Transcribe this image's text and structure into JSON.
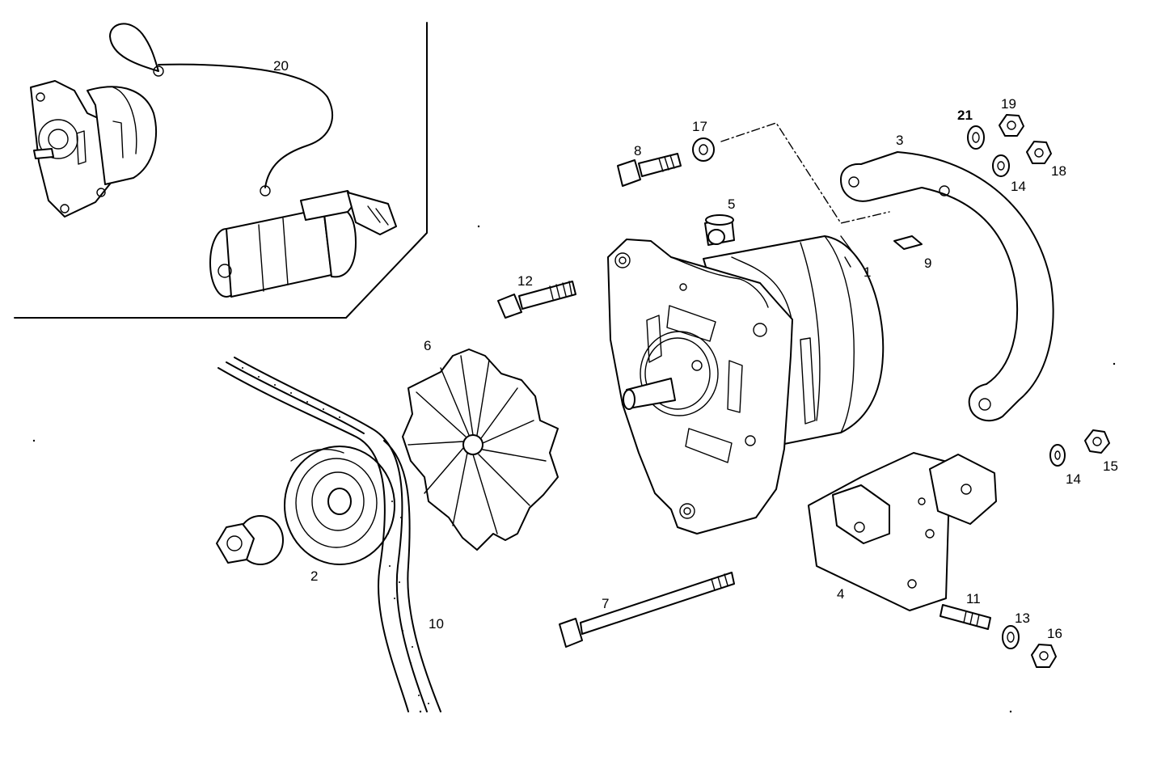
{
  "diagram": {
    "callouts": [
      {
        "id": "1",
        "text": "1"
      },
      {
        "id": "2",
        "text": "2"
      },
      {
        "id": "3",
        "text": "3"
      },
      {
        "id": "4",
        "text": "4"
      },
      {
        "id": "5",
        "text": "5"
      },
      {
        "id": "6",
        "text": "6"
      },
      {
        "id": "7",
        "text": "7"
      },
      {
        "id": "8",
        "text": "8"
      },
      {
        "id": "9",
        "text": "9"
      },
      {
        "id": "10",
        "text": "10"
      },
      {
        "id": "11",
        "text": "11"
      },
      {
        "id": "12",
        "text": "12"
      },
      {
        "id": "13",
        "text": "13"
      },
      {
        "id": "14a",
        "text": "14"
      },
      {
        "id": "14b",
        "text": "14"
      },
      {
        "id": "15",
        "text": "15"
      },
      {
        "id": "16",
        "text": "16"
      },
      {
        "id": "17",
        "text": "17"
      },
      {
        "id": "18",
        "text": "18"
      },
      {
        "id": "19",
        "text": "19"
      },
      {
        "id": "20",
        "text": "20"
      },
      {
        "id": "21",
        "text": "21"
      }
    ]
  },
  "colors": {
    "line": "#000000",
    "background": "#ffffff"
  }
}
